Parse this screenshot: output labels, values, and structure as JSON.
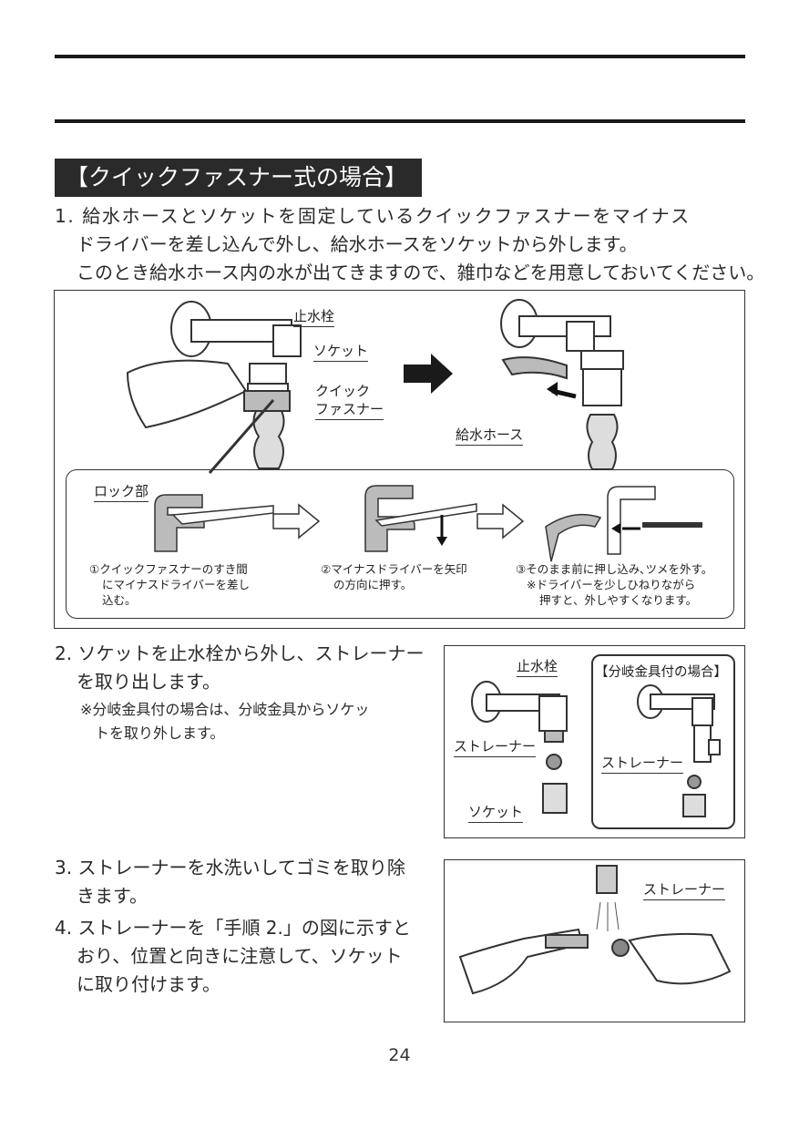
{
  "heading": "【クイックファスナー式の場合】",
  "step1": {
    "line1": "1. 給水ホースとソケットを固定しているクイックファスナーをマイナス",
    "line2": "ドライバーを差し込んで外し、給水ホースをソケットから外します。",
    "line3": "このとき給水ホース内の水が出てきますので、雑巾などを用意しておいてください。"
  },
  "fig1": {
    "labels": {
      "stop_valve": "止水栓",
      "socket": "ソケット",
      "fastener_1": "クイック",
      "fastener_2": "ファスナー",
      "hose": "給水ホース",
      "lock": "ロック部"
    },
    "captions": {
      "c1_1": "①クイックファスナーのすき間",
      "c1_2": "にマイナスドライバーを差し",
      "c1_3": "込む。",
      "c2_1": "②マイナスドライバーを矢印",
      "c2_2": "の方向に押す。",
      "c3_1": "③そのまま前に押し込み､ツメを外す。",
      "c3_2": "※ドライバーを少しひねりながら",
      "c3_3": "押すと、外しやすくなります。"
    }
  },
  "step2": {
    "line1": "2. ソケットを止水栓から外し、ストレーナー",
    "line2": "を取り出します。",
    "note1": "※分岐金具付の場合は、分岐金具からソケッ",
    "note2": "トを取り外します。"
  },
  "fig2": {
    "stop_valve": "止水栓",
    "strainer": "ストレーナー",
    "socket": "ソケット",
    "branch_title": "【分岐金具付の場合】",
    "strainer_b": "ストレーナー"
  },
  "step3": {
    "line1": "3. ストレーナーを水洗いしてゴミを取り除",
    "line2": "きます。"
  },
  "step4": {
    "line1": "4. ストレーナーを「手順 2.」の図に示すと",
    "line2": "おり、位置と向きに注意して、ソケット",
    "line3": "に取り付けます。"
  },
  "fig3": {
    "strainer": "ストレーナー"
  },
  "page_number": "24"
}
